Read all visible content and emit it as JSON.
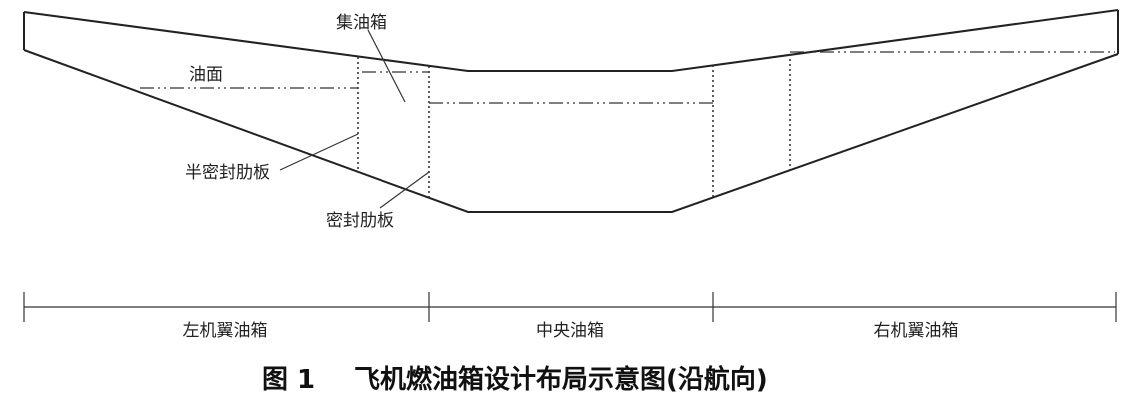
{
  "labels": {
    "collector_tank": "集油箱",
    "oil_surface": "油面",
    "semi_sealed_rib": "半密封肋板",
    "sealed_rib": "密封肋板"
  },
  "sections": {
    "left": "左机翼油箱",
    "center": "中央油箱",
    "right": "右机翼油箱"
  },
  "caption": {
    "number": "图 1",
    "text": "飞机燃油箱设计布局示意图(沿航向)"
  }
}
